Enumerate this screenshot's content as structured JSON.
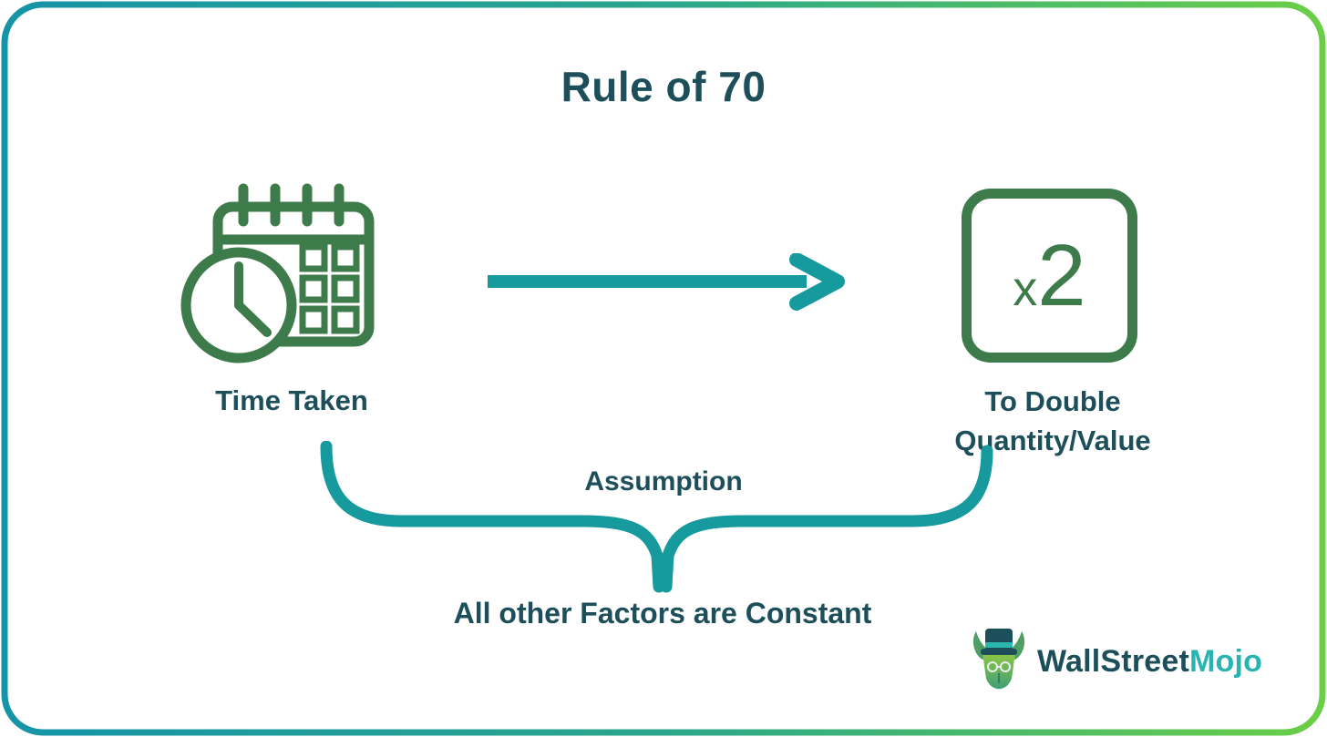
{
  "title": "Rule of 70",
  "time_item": {
    "label": "Time Taken"
  },
  "double_item": {
    "line1": "To Double",
    "line2": "Quantity/Value",
    "multiplier_prefix": "x",
    "multiplier_value": "2"
  },
  "assumption": {
    "label": "Assumption",
    "condition": "All other Factors are Constant"
  },
  "logo": {
    "primary": "WallStreet",
    "secondary": "Mojo"
  },
  "icons": {
    "left_icon": "calendar-clock-icon",
    "connector": "right-arrow-icon",
    "grouping": "curly-brace-down",
    "brand": "bull-mascot-icon"
  },
  "colors": {
    "heading_teal": "#1d4f5b",
    "icon_green": "#3e7b4a",
    "connector_teal": "#179a9d",
    "border_gradient_start": "#1594a8",
    "border_gradient_end": "#6bce47",
    "logo_secondary_teal": "#29b4b4"
  }
}
